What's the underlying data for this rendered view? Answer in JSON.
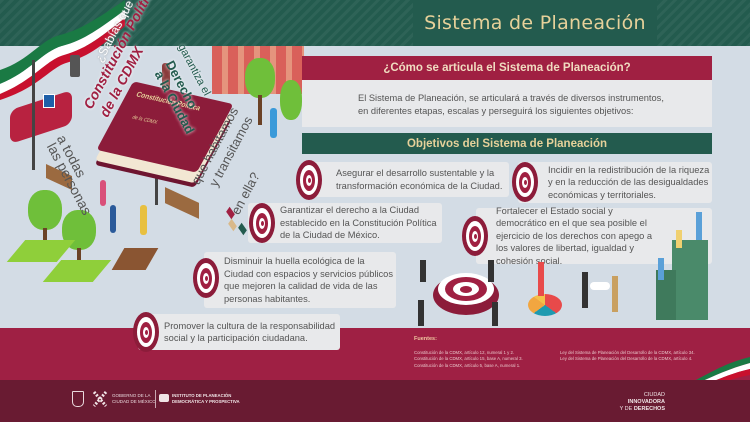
{
  "header": {
    "title": "Sistema de Planeación"
  },
  "intro_illustration": {
    "line1": "¿Sabías que la",
    "line2": "Constitución Política",
    "line3": "de la CDMX",
    "line4": "garantiza el",
    "line5": "Derecho",
    "line6": "a la Ciudad",
    "line7": "a todas",
    "line8": "las personas",
    "line9": "que habitamos",
    "line10": "y transitamos",
    "line11": "en ella?",
    "book_title": "Constitución Política",
    "book_subtitle": "de la CDMX"
  },
  "articulation": {
    "heading": "¿Cómo se articula el Sistema de Planeación?",
    "body_line1": "El Sistema de Planeación, se articulará a través de diversos instrumentos,",
    "body_line2": "en diferentes etapas, escalas y perseguirá los siguientes objetivos:"
  },
  "objectives": {
    "heading": "Objetivos del Sistema de Planeación",
    "items": [
      {
        "icon": "target-icon",
        "text": "Asegurar el desarrollo sustentable y la transformación económica de la Ciudad."
      },
      {
        "icon": "target-icon",
        "text": "Incidir en la redistribución de la riqueza y en la reducción de las desigualdades económicas y territoriales."
      },
      {
        "icon": "target-icon",
        "text": "Garantizar el derecho a la Ciudad establecido en la Constitución Política de la Ciudad de México."
      },
      {
        "icon": "target-icon",
        "text": "Fortalecer el Estado social y democrático en el que sea posible el ejercicio de los derechos con apego a los valores de libertad, igualdad y cohesión social."
      },
      {
        "icon": "target-icon",
        "text": "Disminuir la huella ecológica de la Ciudad con espacios y servicios públicos que mejoren la calidad de vida de las personas habitantes."
      },
      {
        "icon": "target-icon",
        "text": "Promover la cultura de la responsabilidad social y la participación ciudadana."
      }
    ]
  },
  "sources": {
    "title": "Fuentes:",
    "left": [
      "Constitución de la CDMX, artículo 12, numeral 1 y 2.",
      "Constitución de la CDMX, artículo 15, base A, numeral 3.",
      "Constitución de la CDMX, artículo 5, base A, numeral 1."
    ],
    "right": [
      "Ley del Sistema de Planeación del Desarrollo de la CDMX, artículo 34.",
      "Ley del Sistema de Planeación del Desarrollo de la CDMX, artículo 4."
    ]
  },
  "footer": {
    "gov_line1": "GOBIERNO DE LA",
    "gov_line2": "CIUDAD DE MÉXICO",
    "inst_line1": "INSTITUTO DE PLANEACIÓN",
    "inst_line2": "DEMOCRÁTICA Y PROSPECTIVA",
    "slogan_a": "CIUDAD ",
    "slogan_b": "INNOVADORA",
    "slogan_c": "Y DE ",
    "slogan_d": "DERECHOS"
  },
  "colors": {
    "green": "#235b4e",
    "guinda": "#9f2044",
    "dark_guinda": "#691b32",
    "gold": "#e6d19a",
    "background": "#d3dce5"
  }
}
